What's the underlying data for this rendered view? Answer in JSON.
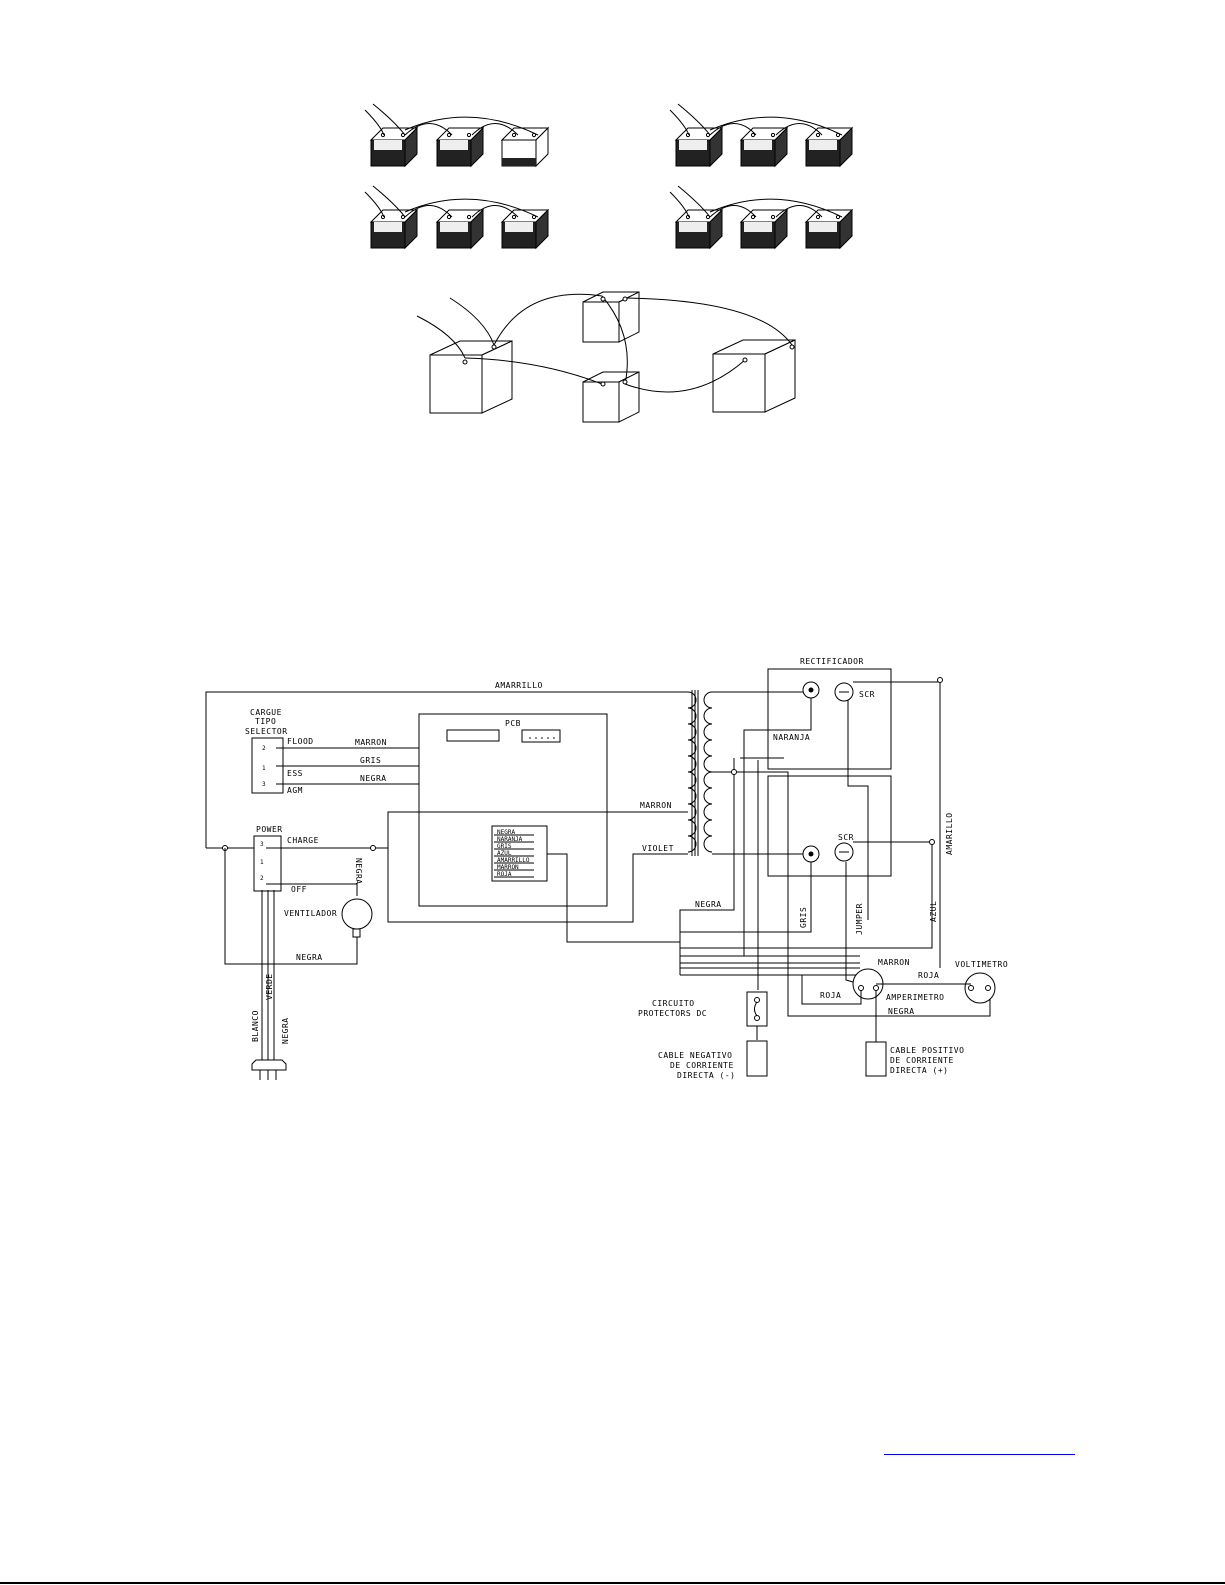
{
  "wiring": {
    "amarrillo_top": "AMARRILLO",
    "cargue": "CARGUE",
    "tipo": "TIPO",
    "selector": "SELECTOR",
    "flood": "FLOOD",
    "ess": "ESS",
    "agm": "AGM",
    "sel_2": "2",
    "sel_1": "1",
    "sel_3": "3",
    "pcb": "PCB",
    "marron_sel": "MARRON",
    "gris_sel": "GRIS",
    "negra_sel": "NEGRA",
    "connector": [
      "NEGRA",
      "NARANJA",
      "GRIS",
      "AZUL",
      "AMARRILLO",
      "MARRON",
      "ROJA"
    ],
    "marron_pcb": "MARRON",
    "violet": "VIOLET",
    "power": "POWER",
    "charge": "CHARGE",
    "off": "OFF",
    "pw_3": "3",
    "pw_1": "1",
    "pw_2": "2",
    "negra_vert": "NEGRA",
    "ventilador": "VENTILADOR",
    "negra_bottom": "NEGRA",
    "blanco": "BLANCO",
    "verde": "VERDE",
    "negra_plug": "NEGRA",
    "rectificador": "RECTIFICADOR",
    "scr_top": "SCR",
    "scr_bot": "SCR",
    "naranja": "NARANJA",
    "amarrillo_right": "AMARILLO",
    "negra_right": "NEGRA",
    "gris_right": "GRIS",
    "jumper": "JUMPER",
    "azul": "AZUL",
    "marron_right": "MARRON",
    "roja_top": "ROJA",
    "voltimetro": "VOLTIMETRO",
    "roja_left": "ROJA",
    "amperimetro": "AMPERIMETRO",
    "negra_amp": "NEGRA",
    "circuito": "CIRCUITO",
    "protectors": "PROTECTORS DC",
    "cable_neg_1": "CABLE NEGATIVO",
    "cable_neg_2": "DE CORRIENTE",
    "cable_neg_3": "DIRECTA (-)",
    "cable_pos_1": "CABLE POSITIVO",
    "cable_pos_2": "DE CORRIENTE",
    "cable_pos_3": "DIRECTA (+)"
  }
}
